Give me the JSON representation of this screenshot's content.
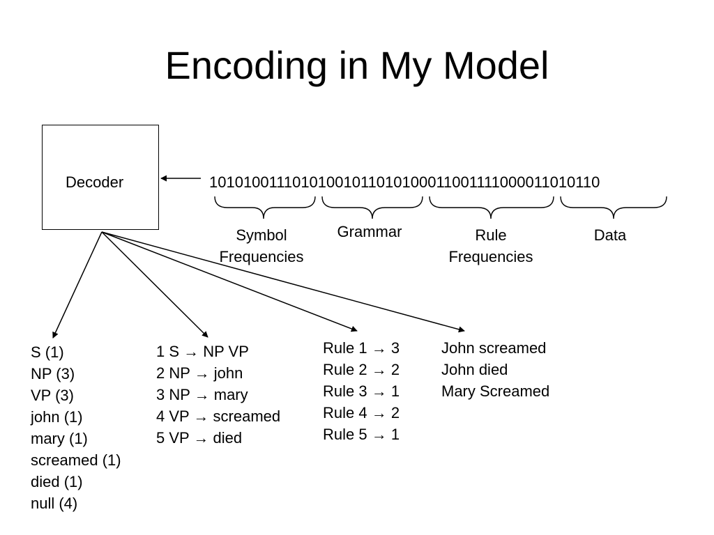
{
  "title": "Encoding in My Model",
  "decoder_label": "Decoder",
  "bitstring": "10101001110101001011010100011001111000011010110",
  "segments": [
    {
      "lines": [
        "Symbol",
        "Frequencies"
      ]
    },
    {
      "lines": [
        "Grammar"
      ]
    },
    {
      "lines": [
        "Rule",
        "Frequencies"
      ]
    },
    {
      "lines": [
        "Data"
      ]
    }
  ],
  "symbol_counts": [
    "S (1)",
    "NP (3)",
    "VP (3)",
    "john (1)",
    "mary (1)",
    "screamed (1)",
    "died (1)",
    "null (4)"
  ],
  "grammar_rules": [
    "1 S → NP VP",
    "2 NP → john",
    "3 NP → mary",
    "4 VP → screamed",
    "5 VP → died"
  ],
  "rule_frequencies": [
    "Rule 1 → 3",
    "Rule 2 → 2",
    "Rule 3 → 1",
    "Rule 4 → 2",
    "Rule 5 → 1"
  ],
  "data_sentences": [
    "John screamed",
    "John died",
    "Mary Screamed"
  ]
}
